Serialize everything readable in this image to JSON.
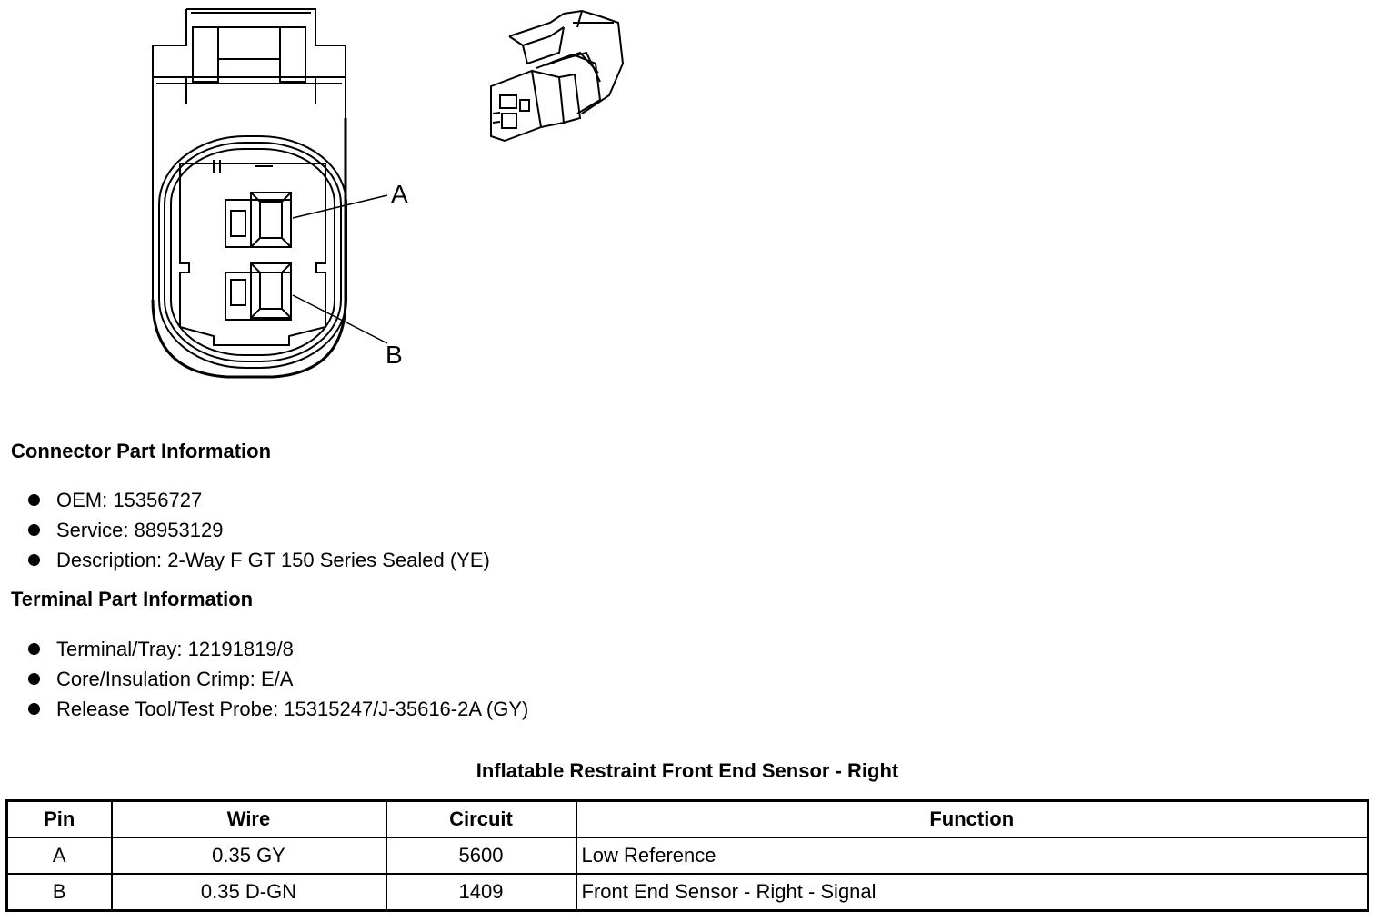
{
  "diagram": {
    "pin_label_a": "A",
    "pin_label_b": "B"
  },
  "connector_info": {
    "heading": "Connector Part Information",
    "items": [
      "OEM: 15356727",
      "Service: 88953129",
      "Description: 2-Way F GT 150 Series Sealed (YE)"
    ]
  },
  "terminal_info": {
    "heading": "Terminal Part Information",
    "items": [
      "Terminal/Tray: 12191819/8",
      "Core/Insulation Crimp: E/A",
      "Release Tool/Test Probe: 15315247/J-35616-2A (GY)"
    ]
  },
  "table": {
    "title": "Inflatable Restraint Front End Sensor - Right",
    "headers": [
      "Pin",
      "Wire",
      "Circuit",
      "Function"
    ],
    "rows": [
      [
        "A",
        "0.35 GY",
        "5600",
        "Low Reference"
      ],
      [
        "B",
        "0.35 D-GN",
        "1409",
        "Front End Sensor - Right - Signal"
      ]
    ]
  }
}
